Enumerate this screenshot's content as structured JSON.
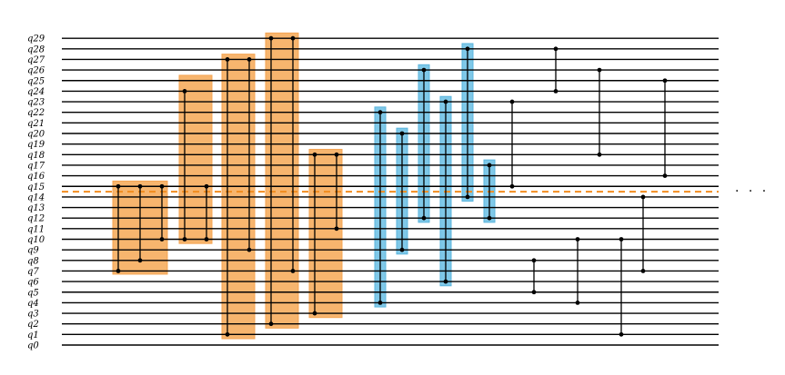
{
  "qubits": [
    "q0",
    "q1",
    "q2",
    "q3",
    "q4",
    "q5",
    "q6",
    "q7",
    "q8",
    "q9",
    "q10",
    "q11",
    "q12",
    "q13",
    "q14",
    "q15",
    "q16",
    "q17",
    "q18",
    "q19",
    "q20",
    "q21",
    "q22",
    "q23",
    "q24",
    "q25",
    "q26",
    "q27",
    "q28",
    "q29"
  ],
  "ellipsis": "· · ·",
  "cut_after_qubit": 14.5,
  "groups": [
    {
      "style": "orange",
      "qmin": 6.7,
      "qmax": 15.5,
      "gates": [
        [
          7,
          15
        ],
        [
          8,
          15
        ],
        [
          10,
          15
        ]
      ]
    },
    {
      "style": "orange",
      "qmin": 9.6,
      "qmax": 25.5,
      "gates": [
        [
          10,
          24
        ],
        [
          10,
          15
        ]
      ]
    },
    {
      "style": "orange",
      "qmin": 0.6,
      "qmax": 27.5,
      "gates": [
        [
          1,
          27
        ],
        [
          9,
          27
        ]
      ]
    },
    {
      "style": "orange",
      "qmin": 1.6,
      "qmax": 29.5,
      "gates": [
        [
          2,
          29
        ],
        [
          7,
          29
        ]
      ]
    },
    {
      "style": "orange",
      "qmin": 2.6,
      "qmax": 18.5,
      "gates": [
        [
          3,
          18
        ],
        [
          11,
          18
        ]
      ]
    },
    {
      "style": "blue",
      "qmin": 3.6,
      "qmax": 22.5,
      "gates": [
        [
          4,
          22
        ]
      ]
    },
    {
      "style": "blue",
      "qmin": 8.6,
      "qmax": 20.5,
      "gates": [
        [
          9,
          20
        ]
      ]
    },
    {
      "style": "blue",
      "qmin": 11.6,
      "qmax": 26.5,
      "gates": [
        [
          12,
          26
        ]
      ]
    },
    {
      "style": "blue",
      "qmin": 5.6,
      "qmax": 23.5,
      "gates": [
        [
          6,
          23
        ]
      ]
    },
    {
      "style": "blue",
      "qmin": 13.6,
      "qmax": 28.5,
      "gates": [
        [
          14,
          28
        ]
      ]
    },
    {
      "style": "blue",
      "qmin": 11.6,
      "qmax": 17.5,
      "gates": [
        [
          12,
          17
        ]
      ]
    },
    {
      "style": "none",
      "gates": [
        [
          15,
          23
        ]
      ]
    },
    {
      "style": "none",
      "gates": [
        [
          5,
          8
        ]
      ]
    },
    {
      "style": "none",
      "gates": [
        [
          24,
          28
        ]
      ]
    },
    {
      "style": "none",
      "gates": [
        [
          4,
          10
        ]
      ]
    },
    {
      "style": "none",
      "gates": [
        [
          18,
          26
        ]
      ]
    },
    {
      "style": "none",
      "gates": [
        [
          1,
          10
        ]
      ]
    },
    {
      "style": "none",
      "gates": [
        [
          7,
          14
        ]
      ]
    },
    {
      "style": "none",
      "gates": [
        [
          16,
          25
        ]
      ]
    }
  ]
}
